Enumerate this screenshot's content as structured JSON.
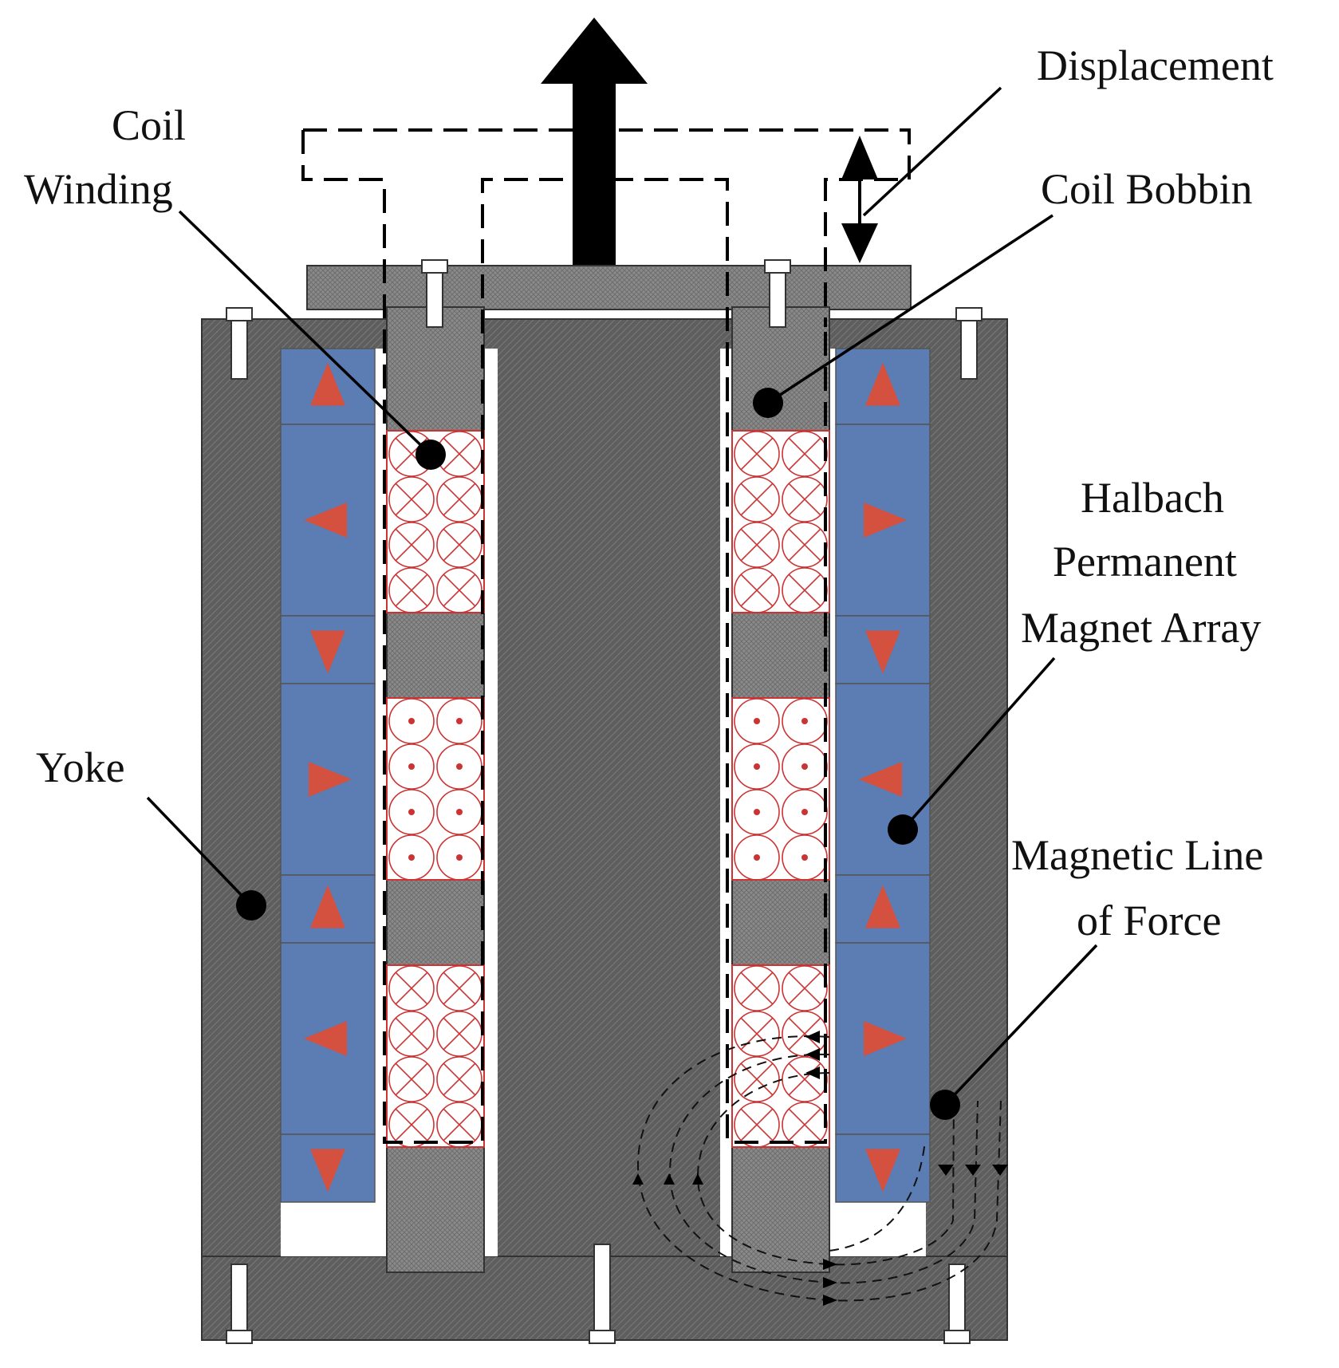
{
  "labels": {
    "displacement": "Displacement",
    "coil_winding": [
      "Coil",
      "Winding"
    ],
    "coil_bobbin": "Coil Bobbin",
    "halbach": [
      "Halbach",
      "Permanent",
      "Magnet Array"
    ],
    "yoke": "Yoke",
    "magnetic_line": [
      "Magnetic Line",
      "of Force"
    ]
  },
  "colors": {
    "yoke": "#5e5e5e",
    "bobbin": "#8a8a8a",
    "magnet": "#5b7db4",
    "arrow": "#d4503f",
    "coil": "#cc3333",
    "background": "#ffffff"
  },
  "magnet_directions": {
    "left": [
      "up",
      "left",
      "down",
      "right",
      "up",
      "left",
      "down"
    ],
    "right": [
      "up",
      "right",
      "down",
      "left",
      "up",
      "right",
      "down"
    ]
  },
  "coil_currents": [
    "into",
    "out",
    "into"
  ]
}
